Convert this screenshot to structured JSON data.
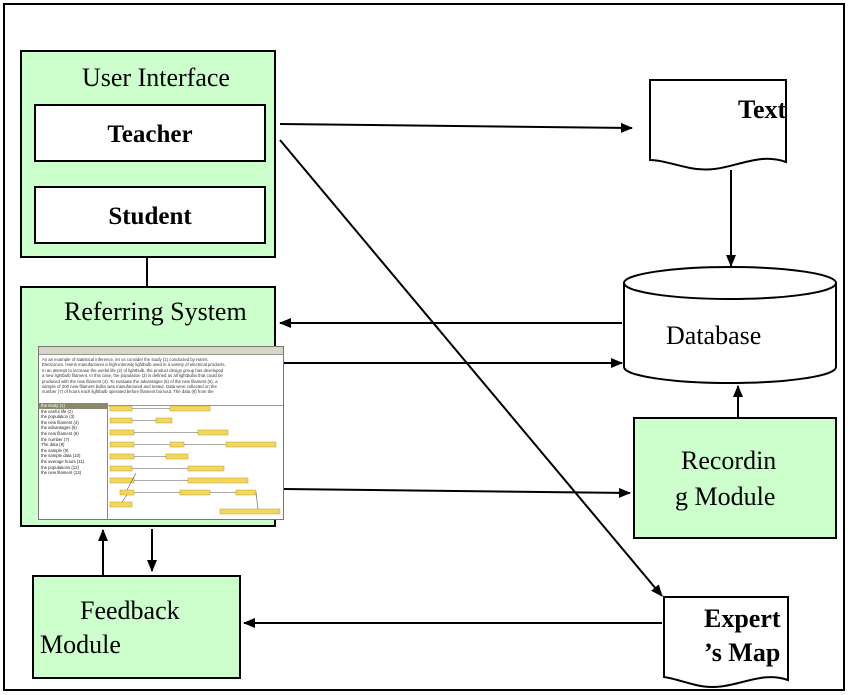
{
  "user_interface": {
    "title": "User Interface",
    "teacher": "Teacher",
    "student": "Student"
  },
  "referring_system": {
    "title": "Referring System",
    "screenshot": {
      "text_lines": [
        "As an example of statistical inference, let us consider the study (1) conducted by Harris",
        "Electronics. Harris manufactures a high-intensity lightbulb used in a variety of electrical products.",
        "In an attempt to increase the useful life (2) of lightbulb, the product design group has developed",
        "a new lightbulb filament. In this case, the population (3) is defined as all lightbulbs that could be",
        "produced with the new filament (4). To evaluate the advantages (5) of the new filament (6), a",
        "sample of 200 new-filament bulbs was manufactured and tested. Data were collected on the",
        "number (7) of hours each lightbulb operated before filament burnout. The data (8) from the"
      ],
      "list_items": [
        "the study (1)",
        "the useful life (2)",
        "the population (3)",
        "the new filament (4)",
        "the advantages (5)",
        "the new filament (6)",
        "the number (7)",
        "The data (8)",
        "the sample (9)",
        "the sample data (10)",
        "the average hours (11)",
        "the populations (12)",
        "the new filament (13)"
      ]
    }
  },
  "text_doc": {
    "label": "Text"
  },
  "database": {
    "label": "Database"
  },
  "recording_module": {
    "line1": "Recordin",
    "line2": "g Module"
  },
  "feedback_module": {
    "line1": "Feedback",
    "line2": "Module"
  },
  "expert_map": {
    "line1": "Expert",
    "line2": "’s Map"
  },
  "colors": {
    "module_fill": "#ccffcc",
    "stroke": "#000000",
    "highlight": "#f2d75a"
  }
}
